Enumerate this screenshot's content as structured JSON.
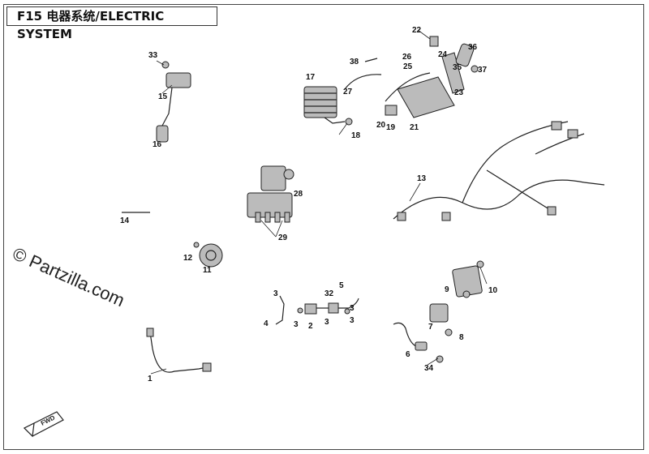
{
  "title": "F15  电器系统/ELECTRIC SYSTEM",
  "watermark": "© Partzilla.com",
  "fwd_label": "FWD",
  "callouts": [
    "1",
    "2",
    "3",
    "3",
    "3",
    "3",
    "3",
    "4",
    "5",
    "6",
    "7",
    "8",
    "9",
    "10",
    "11",
    "12",
    "13",
    "14",
    "15",
    "16",
    "17",
    "18",
    "19",
    "20",
    "21",
    "22",
    "23",
    "24",
    "25",
    "26",
    "27",
    "28",
    "29",
    "32",
    "33",
    "34",
    "35",
    "36",
    "37",
    "38"
  ]
}
